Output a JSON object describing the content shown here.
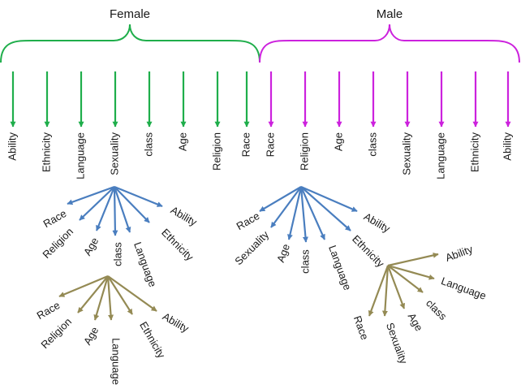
{
  "female": {
    "title": "Female",
    "color": "#1fae4b",
    "labels": [
      "Ability",
      "Ethnicity",
      "Language",
      "Sexuality",
      "class",
      "Age",
      "Religion",
      "Race"
    ]
  },
  "male": {
    "title": "Male",
    "color": "#cc22dd",
    "labels": [
      "Race",
      "Religion",
      "Age",
      "class",
      "Sexuality",
      "Language",
      "Ethnicity",
      "Ability"
    ]
  },
  "branches": {
    "blue": "#4a7ebf",
    "olive": "#948a54",
    "female_sexuality": [
      "Race",
      "Religion",
      "Age",
      "class",
      "Language",
      "Ethnicity",
      "Ability"
    ],
    "female_class": [
      "Race",
      "Religion",
      "Age",
      "Language",
      "Ethnicity",
      "Ability"
    ],
    "male_religion": [
      "Race",
      "Sexuality",
      "Age",
      "class",
      "Language",
      "Ethnicity",
      "Ability"
    ],
    "male_ethnicity": [
      "Ability",
      "Language",
      "class",
      "Age",
      "Sexuality",
      "Race"
    ]
  }
}
